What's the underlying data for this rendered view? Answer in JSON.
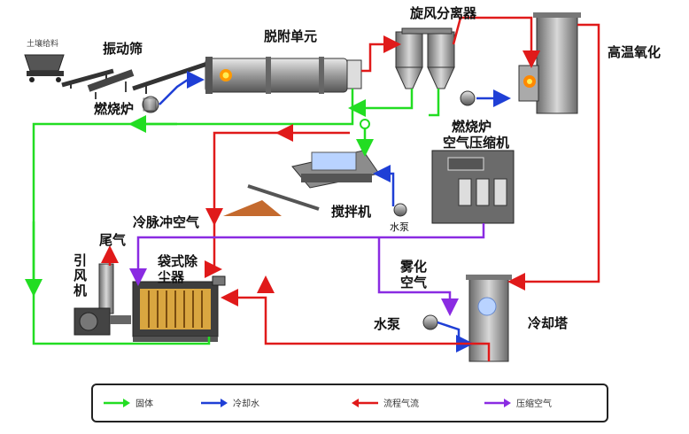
{
  "labels": {
    "soil_feed": "土壤给料",
    "vibrating_screen": "振动筛",
    "desorption_unit": "脱附单元",
    "cyclone_separator": "旋风分离器",
    "high_temp_oxidation": "高温氧化",
    "burner_left": "燃烧炉",
    "burner_right": "燃烧炉",
    "air_compressor": "空气压缩机",
    "mixer": "搅拌机",
    "water_pump_small": "水泵",
    "pulse_air": "冷脉冲空气",
    "tail_gas": "尾气",
    "induced_fan": "引风机",
    "bag_filter": "袋式除尘器",
    "atomized_air": "雾化空气",
    "water_pump": "水泵",
    "cooling_tower": "冷却塔"
  },
  "legend": [
    {
      "label": "固体",
      "color": "#22dd22"
    },
    {
      "label": "冷却水",
      "color": "#1f3fd6"
    },
    {
      "label": "流程气流",
      "color": "#e01a1a"
    },
    {
      "label": "压缩空气",
      "color": "#8a2be2"
    }
  ],
  "colors": {
    "solid": "#22dd22",
    "water": "#1f3fd6",
    "gas": "#e01a1a",
    "air": "#8a2be2"
  }
}
